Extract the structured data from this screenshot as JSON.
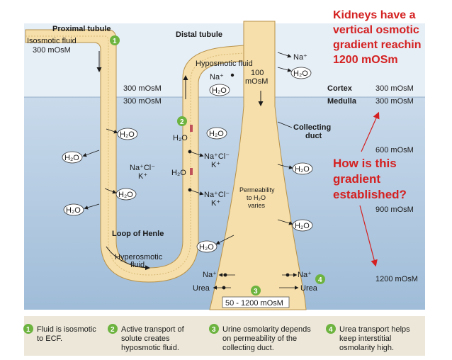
{
  "annotation": {
    "lines": [
      "Kidneys have a",
      "vertical osmotic",
      "gradient reachin",
      "1200 mOSm"
    ],
    "question_lines": [
      "How is this",
      "gradient",
      "established?"
    ],
    "color": "#d42020"
  },
  "zones": {
    "cortex": "Cortex",
    "medulla": "Medulla"
  },
  "osmolarity": {
    "left_300_top": "300 mOsM",
    "left_300_bottom": "300 mOsM",
    "right_300_cortex": "300 mOsM",
    "right_300_medulla": "300 mOsM",
    "right_600": "600 mOsM",
    "right_900": "900 mOsM",
    "right_1200": "1200 mOsM"
  },
  "labels": {
    "proximal_tubule": "Proximal tubule",
    "isosmotic_fluid": "Isosmotic fluid",
    "isosmotic_value": "300 mOsM",
    "distal_tubule": "Distal tubule",
    "hyposmotic_fluid": "Hyposmotic fluid",
    "hyposmotic_value_1": "100",
    "hyposmotic_value_2": "mOsM",
    "collecting_duct_1": "Collecting",
    "collecting_duct_2": "duct",
    "loop_of_henle": "Loop of Henle",
    "hyperosmotic_1": "Hyperosmotic",
    "hyperosmotic_2": "fluid",
    "permeability_1": "Permeability",
    "permeability_2": "to H₂O",
    "permeability_3": "varies",
    "range": "50 - 1200 mOsM"
  },
  "molecules": {
    "water": "H₂O",
    "na": "Na⁺",
    "nacl": "Na⁺Cl⁻",
    "k": "K⁺",
    "urea": "Urea"
  },
  "legend": [
    {
      "num": "1",
      "lines": [
        "Fluid is isosmotic",
        "to ECF."
      ]
    },
    {
      "num": "2",
      "lines": [
        "Active transport of",
        "solute creates",
        "hyposmotic fluid."
      ]
    },
    {
      "num": "3",
      "lines": [
        "Urine osmolarity depends",
        "on permeability of the",
        "collecting duct."
      ]
    },
    {
      "num": "4",
      "lines": [
        "Urea transport helps",
        "keep interstitial",
        "osmolarity high."
      ]
    }
  ],
  "colors": {
    "cortex_bg": "#e6eef6",
    "medulla_bg": "#aec8e0",
    "tubule": "#f6dfaa",
    "tubule_edge": "#b8924a",
    "badge": "#6cb33f",
    "legend_bg": "#ece7d8"
  }
}
